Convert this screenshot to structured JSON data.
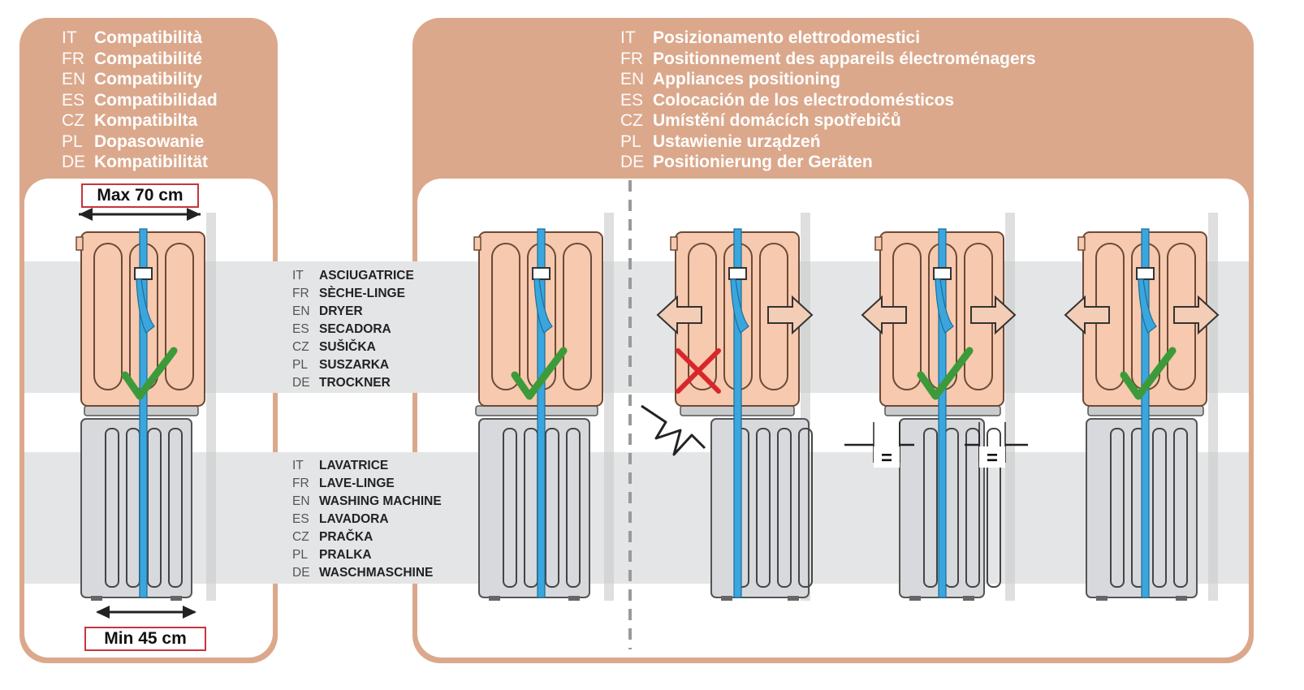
{
  "compatibility": {
    "rows": [
      {
        "code": "IT",
        "text": "Compatibilità"
      },
      {
        "code": "FR",
        "text": "Compatibilité"
      },
      {
        "code": "EN",
        "text": "Compatibility"
      },
      {
        "code": "ES",
        "text": "Compatibilidad"
      },
      {
        "code": "CZ",
        "text": "Kompatibilta"
      },
      {
        "code": "PL",
        "text": "Dopasowanie"
      },
      {
        "code": "DE",
        "text": "Kompatibilität"
      }
    ],
    "max_label": "Max 70 cm",
    "min_label": "Min 45 cm"
  },
  "positioning": {
    "rows": [
      {
        "code": "IT",
        "text": "Posizionamento elettrodomestici"
      },
      {
        "code": "FR",
        "text": "Positionnement des appareils électroménagers"
      },
      {
        "code": "EN",
        "text": "Appliances positioning"
      },
      {
        "code": "ES",
        "text": "Colocación de los electrodomésticos"
      },
      {
        "code": "CZ",
        "text": "Umístění domácích spotřebičů"
      },
      {
        "code": "PL",
        "text": "Ustawienie urządzeń"
      },
      {
        "code": "DE",
        "text": "Positionierung der Geräten"
      }
    ]
  },
  "dryer_legend": [
    {
      "code": "IT",
      "text": "ASCIUGATRICE"
    },
    {
      "code": "FR",
      "text": "SÈCHE-LINGE"
    },
    {
      "code": "EN",
      "text": "DRYER"
    },
    {
      "code": "ES",
      "text": "SECADORA"
    },
    {
      "code": "CZ",
      "text": "SUŠIČKA"
    },
    {
      "code": "PL",
      "text": "SUSZARKA"
    },
    {
      "code": "DE",
      "text": "TROCKNER"
    }
  ],
  "washer_legend": [
    {
      "code": "IT",
      "text": "LAVATRICE"
    },
    {
      "code": "FR",
      "text": "LAVE-LINGE"
    },
    {
      "code": "EN",
      "text": "WASHING MACHINE"
    },
    {
      "code": "ES",
      "text": "LAVADORA"
    },
    {
      "code": "CZ",
      "text": "PRAČKA"
    },
    {
      "code": "PL",
      "text": "PRALKA"
    },
    {
      "code": "DE",
      "text": "WASCHMASCHINE"
    }
  ],
  "equal_sign": "=",
  "colors": {
    "panel": "#dba88c",
    "dryer": "#f7c9ae",
    "washer": "#d7d9dc",
    "strap": "#3aa6dd",
    "check": "#3c9a3a",
    "cross": "#d8262c",
    "dim_border": "#c8343a"
  }
}
